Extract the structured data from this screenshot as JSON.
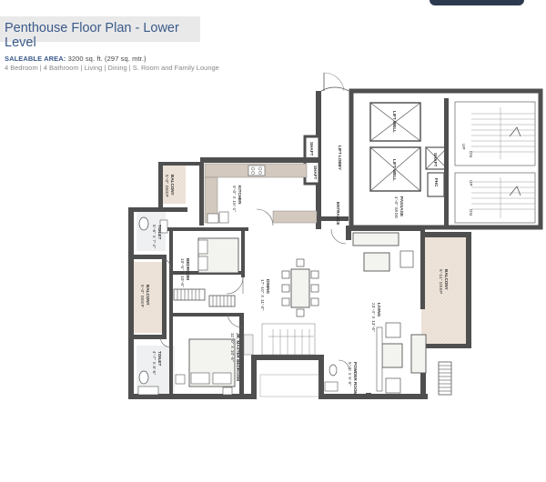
{
  "header": {
    "title": "Penthouse Floor Plan - Lower Level",
    "saleable_label": "SALEABLE AREA:",
    "saleable_value": "3200 sq. ft. (297 sq. mtr.)",
    "summary": "4 Bedroom | 4 Bathroom | Living | Dining | S. Room and Family Lounge"
  },
  "plan": {
    "rooms": {
      "balcony_kitchen": {
        "name": "BALCONY",
        "dim": "5'-0\" DEEP"
      },
      "kitchen": {
        "name": "KITCHEN",
        "dim": "9'-0\" X 16'-1\""
      },
      "toilet_1": {
        "name": "TOILET",
        "dim": "5'-6\" X 7'-2\""
      },
      "bedroom": {
        "name": "BEDROOM",
        "dim": "10'-5\" X 10'-6\""
      },
      "balcony_left": {
        "name": "BALCONY",
        "dim": "5'-0\" DEEP"
      },
      "toilet_2": {
        "name": "TOILET",
        "dim": "4'-7\" X 8'-6\""
      },
      "jr_master": {
        "name": "JR. MASTER BEDROOM",
        "dim": "11'-0\" X 10'-6\""
      },
      "dining": {
        "name": "DINING",
        "dim": "17'-10\" X 11'-0\""
      },
      "living": {
        "name": "LIVING",
        "dim": "23'-4\" X 13'-6\""
      },
      "balcony_right": {
        "name": "BALCONY",
        "dim": "5'-11\" DEEP"
      },
      "powder": {
        "name": "POWDER ROOM",
        "dim": "5'-3\" X 5'-6\""
      },
      "lift_lobby": {
        "name": "LIFT LOBBY"
      },
      "passage": {
        "name": "PASSAGE",
        "dim": "4'-0\" WIDE"
      },
      "lift_well_1": {
        "name": "LIFT WELL"
      },
      "lift_well_2": {
        "name": "LIFT WELL"
      },
      "shaft_1": {
        "name": "SHAFT"
      },
      "shaft_2": {
        "name": "SHAFT"
      },
      "shaft_3": {
        "name": "SHAFT"
      },
      "fhc": {
        "name": "FHC"
      },
      "entrance": {
        "name": "ENTRANCE"
      }
    },
    "stair_marks": [
      "UP",
      "DN",
      "UP",
      "DN"
    ]
  },
  "colors": {
    "title_text": "#3b5a89",
    "wall": "#4f4f4f",
    "floor_tile": "#e9ded4",
    "counter": "#d3c9be",
    "furniture": "#f3f3f0"
  }
}
